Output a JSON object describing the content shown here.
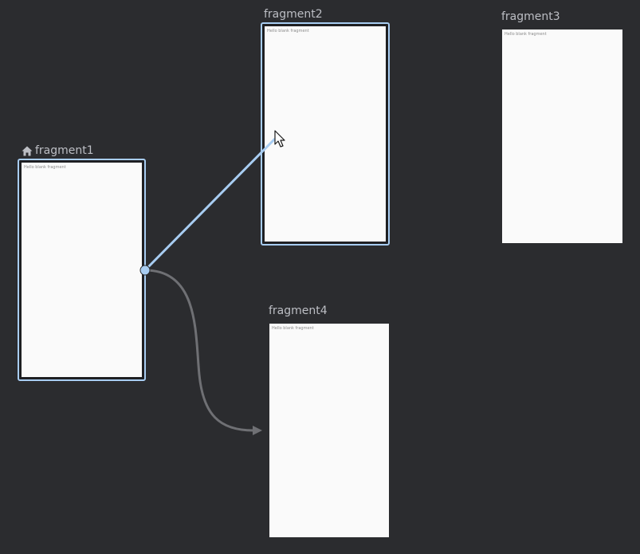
{
  "colors": {
    "background": "#2b2c2f",
    "selection": "#a8cdf2",
    "label": "#bcbec4",
    "screen": "#fafafa",
    "action_arrow": "#6f7074"
  },
  "graph": {
    "start_icon": "home-icon",
    "fragments": [
      {
        "id": "fragment1",
        "label": "fragment1",
        "content": "Hello blank fragment",
        "is_start": true,
        "selected": true
      },
      {
        "id": "fragment2",
        "label": "fragment2",
        "content": "Hello blank fragment",
        "is_start": false,
        "selected": true
      },
      {
        "id": "fragment3",
        "label": "fragment3",
        "content": "Hello blank fragment",
        "is_start": false,
        "selected": false
      },
      {
        "id": "fragment4",
        "label": "fragment4",
        "content": "Hello blank fragment",
        "is_start": false,
        "selected": false
      }
    ],
    "actions": [
      {
        "from": "fragment1",
        "to": "fragment4",
        "state": "existing"
      },
      {
        "from": "fragment1",
        "to": "fragment2",
        "state": "being-dragged"
      }
    ]
  }
}
